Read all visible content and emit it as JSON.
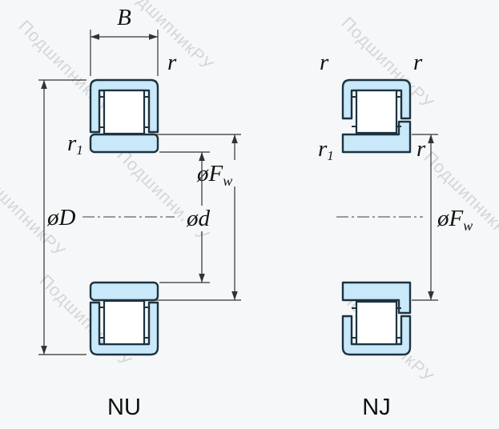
{
  "background": "#f6f7f8",
  "colors": {
    "bearing_fill": "#c9e8f9",
    "bearing_outline": "#1c3340",
    "dimension_lines": "#333333",
    "label_text": "#141414",
    "watermark": "#d3d6da"
  },
  "watermark_text": "ПодшипникРУ",
  "left_view": {
    "caption": "NU",
    "labels": {
      "width": "B",
      "outer_corner": "r",
      "inner_corner_base": "r",
      "inner_corner_sub": "1",
      "outer_diameter": "øD",
      "raceway_diameter_base": "øF",
      "raceway_diameter_sub": "w",
      "bore_diameter": "ød"
    }
  },
  "right_view": {
    "caption": "NJ",
    "labels": {
      "outer_corner_left": "r",
      "outer_corner_right": "r",
      "inner_corner_base": "r",
      "inner_corner_sub": "1",
      "rib_corner": "r",
      "raceway_diameter_base": "øF",
      "raceway_diameter_sub": "w"
    }
  }
}
